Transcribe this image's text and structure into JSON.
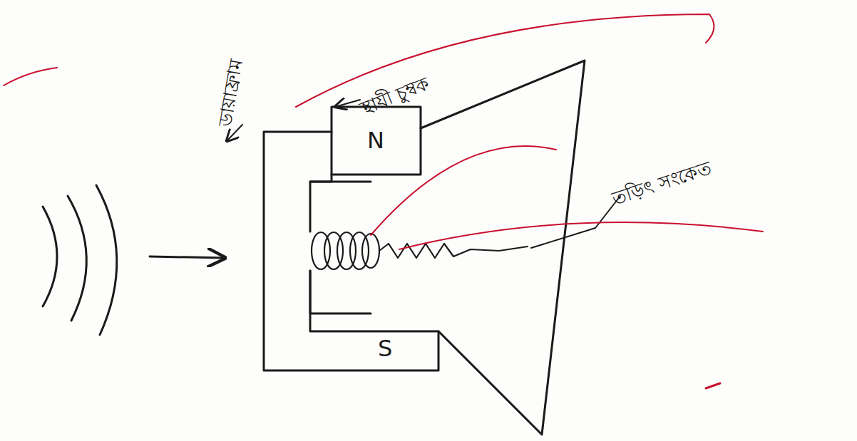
{
  "diagram": {
    "labels": [
      "ডায়াফ্রাম",
      "স্থায়ী চুম্বক",
      "তড়িৎ সংকেত",
      "N",
      "S"
    ]
  }
}
